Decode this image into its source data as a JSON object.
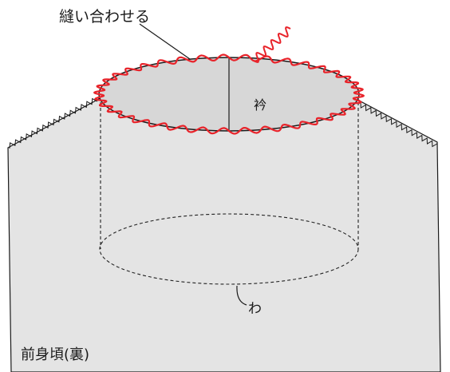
{
  "labels": {
    "sew_together": "縫い合わせる",
    "collar": "衿",
    "fold": "わ",
    "front_body": "前身頃(裏)"
  },
  "colors": {
    "fabric": "#e4e4e4",
    "collar_fabric": "#d9d9d9",
    "outline": "#1a1a1a",
    "stitch": "#e8232a",
    "dashed": "#222222"
  }
}
